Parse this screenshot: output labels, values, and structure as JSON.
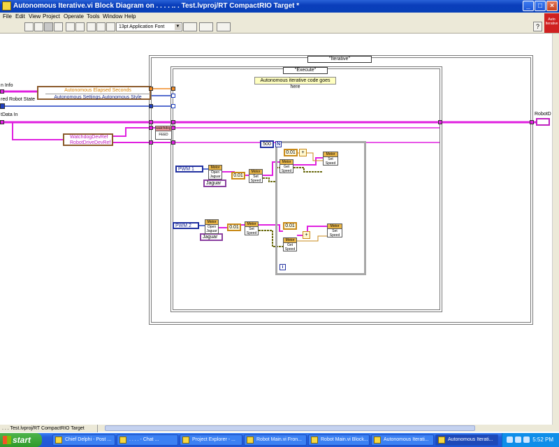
{
  "window": {
    "title": "Autonomous Iterative.vi Block Diagram on  .  .  .  . .. . Test.lvproj/RT CompactRIO Target *",
    "min_label": "_",
    "max_label": "□",
    "close_label": "×"
  },
  "menu": [
    "File",
    "Edit",
    "View",
    "Project",
    "Operate",
    "Tools",
    "Window",
    "Help"
  ],
  "toolbar": {
    "font_selector": "13pt Application Font",
    "help_label": "?",
    "vi_icon_label": "Auto Iterative"
  },
  "diagram": {
    "outer_case_selector": "\"Iterative\"",
    "inner_case_selector": "\"Execute\"",
    "comment": "Autonomous iterative code goes here",
    "left_labels": {
      "info": "n Info",
      "robot_state": "red Robot State",
      "data_in": "tData In"
    },
    "right_label": "RobotD",
    "cluster_items": [
      "Autonomous Elapsed Seconds",
      "Autonomous Settings.Autonomous Style"
    ],
    "devrefs": [
      "WatchdogDevRef",
      "RobotDriveDevRef"
    ],
    "watchdog_label": "watchdog",
    "feed_label": "FEED",
    "loop_count": "500",
    "loop_n": "N",
    "loop_i": "i",
    "pwm1": "PWM 1",
    "pwm2": "PWM 2",
    "jaguar": "Jaguar",
    "const_001": "0.01",
    "motor": "Motor",
    "open_jaguar": "Open Jaguar",
    "set_speed": "Set Speed",
    "get_speed": "Get Speed",
    "add_op": "+"
  },
  "statusbar": {
    "text": ".  .  . Test.lvproj/RT CompactRIO Target"
  },
  "taskbar": {
    "start": "start",
    "tasks": [
      "Chief Delphi - Post ...",
      ".  .  .  . - Chat ...",
      "Project Explorer - ...",
      "Robot Main.vi Fron...",
      "Robot Main.vi Block...",
      "Autonomous Iterati...",
      "Autonomous Iterati..."
    ],
    "clock": "5:52 PM"
  },
  "colors": {
    "wire_pink": "#e020e0",
    "wire_orange": "#f08a24",
    "wire_blue": "#1f3fbf",
    "wire_olive": "#6b6b10",
    "title_blue": "#0a3ebb"
  }
}
